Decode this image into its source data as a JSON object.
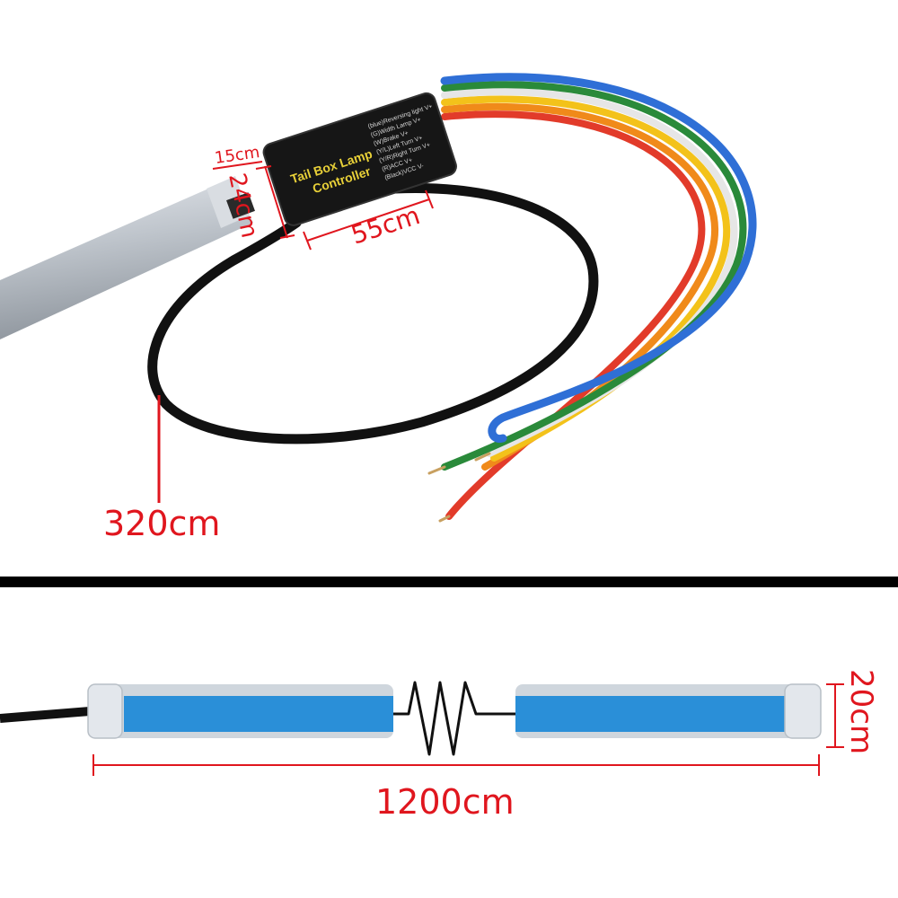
{
  "controller": {
    "title_line1": "Tail Box Lamp",
    "title_line2": "Controller",
    "pins": [
      "(blue)Reversing light V+",
      "(G)Width Lamp V+",
      "(W)Brake V+",
      "(Y/L)Left Turn V+",
      "(Y/R)Right Turn V+",
      "(R)ACC V+",
      "(Black)VCC V-"
    ]
  },
  "dimensions": {
    "box_height": "15cm",
    "box_width_side": "24cm",
    "box_length": "55cm",
    "cable_length": "320cm",
    "strip_length": "1200cm",
    "strip_height": "20cm"
  },
  "colors": {
    "dimension_red": "#e0161e",
    "wire_blue": "#2f6fd6",
    "wire_green": "#2a8a3a",
    "wire_white": "#f2f2f2",
    "wire_orange": "#f08a1a",
    "wire_yellow": "#f3c21a",
    "wire_red": "#e23b2a",
    "strip_led": "#2a8fd8",
    "divider": "#000000"
  }
}
